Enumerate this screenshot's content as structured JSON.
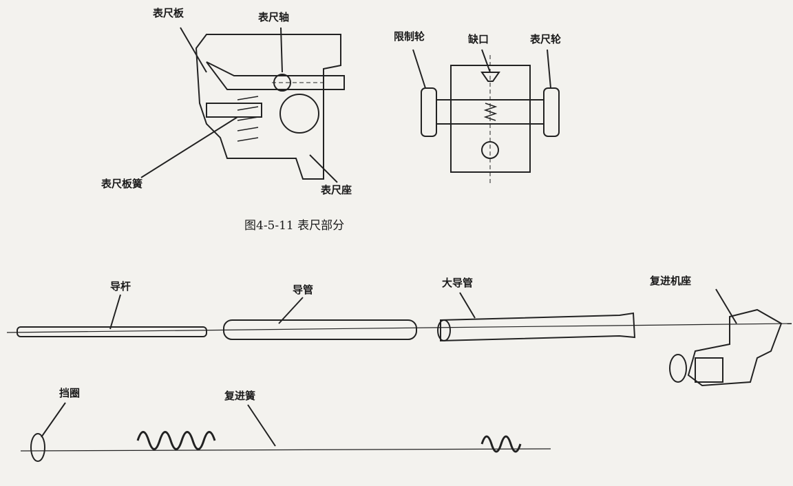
{
  "figure_top": {
    "caption": "图4-5-11  表尺部分",
    "labels": {
      "rear_sight_plate": "表尺板",
      "rear_sight_axis": "表尺轴",
      "limit_wheel": "限制轮",
      "notch": "缺口",
      "rear_sight_wheel": "表尺轮",
      "plate_spring": "表尺板簧",
      "rear_sight_base": "表尺座"
    }
  },
  "figure_bottom": {
    "labels": {
      "guide_rod": "导杆",
      "guide_tube": "导管",
      "large_guide_tube": "大导管",
      "recoil_base": "复进机座",
      "retaining_ring": "挡圈",
      "recoil_spring": "复进簧"
    }
  }
}
